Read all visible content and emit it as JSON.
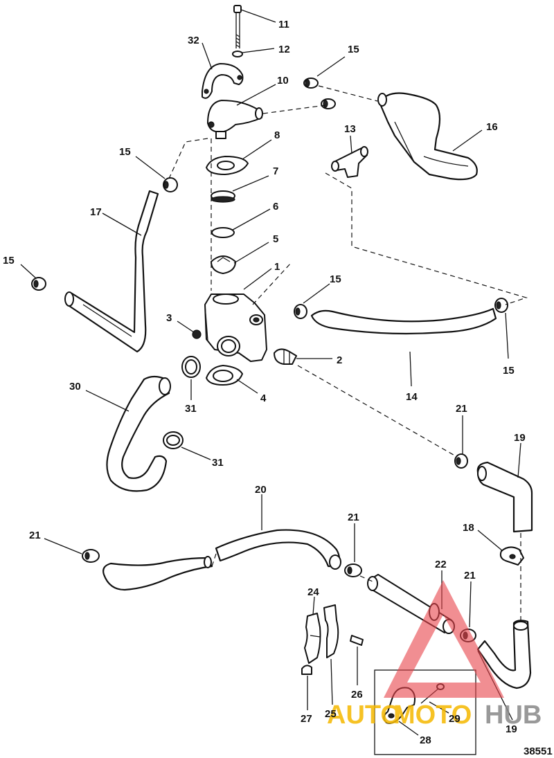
{
  "figure_id": "38551",
  "callouts": [
    {
      "id": "c11a",
      "text": "11"
    },
    {
      "id": "c12",
      "text": "12"
    },
    {
      "id": "c32",
      "text": "32"
    },
    {
      "id": "c15a",
      "text": "15"
    },
    {
      "id": "c10",
      "text": "10"
    },
    {
      "id": "c13",
      "text": "13"
    },
    {
      "id": "c16",
      "text": "16"
    },
    {
      "id": "c8",
      "text": "8"
    },
    {
      "id": "c15b",
      "text": "15"
    },
    {
      "id": "c7",
      "text": "7"
    },
    {
      "id": "c6",
      "text": "6"
    },
    {
      "id": "c17",
      "text": "17"
    },
    {
      "id": "c5",
      "text": "5"
    },
    {
      "id": "c15c",
      "text": "15"
    },
    {
      "id": "c1",
      "text": "1"
    },
    {
      "id": "c15d",
      "text": "15"
    },
    {
      "id": "c3",
      "text": "3"
    },
    {
      "id": "c2",
      "text": "2"
    },
    {
      "id": "c15e",
      "text": "15"
    },
    {
      "id": "c14",
      "text": "14"
    },
    {
      "id": "c30",
      "text": "30"
    },
    {
      "id": "c31a",
      "text": "31"
    },
    {
      "id": "c4",
      "text": "4"
    },
    {
      "id": "c21a",
      "text": "21"
    },
    {
      "id": "c19a",
      "text": "19"
    },
    {
      "id": "c31b",
      "text": "31"
    },
    {
      "id": "c20",
      "text": "20"
    },
    {
      "id": "c21b",
      "text": "21"
    },
    {
      "id": "c21c",
      "text": "21"
    },
    {
      "id": "c18",
      "text": "18"
    },
    {
      "id": "c22",
      "text": "22"
    },
    {
      "id": "c21d",
      "text": "21"
    },
    {
      "id": "c24",
      "text": "24"
    },
    {
      "id": "c25",
      "text": "25"
    },
    {
      "id": "c26",
      "text": "26"
    },
    {
      "id": "c27",
      "text": "27"
    },
    {
      "id": "c29",
      "text": "29"
    },
    {
      "id": "c19b",
      "text": "19"
    },
    {
      "id": "c28",
      "text": "28"
    }
  ],
  "watermark": {
    "part1": "AUTO",
    "part2": "MOTO",
    "part3": "HUB",
    "color_main": "#f5b800",
    "color_hub": "#888888",
    "triangle_color": "#e8434a"
  }
}
